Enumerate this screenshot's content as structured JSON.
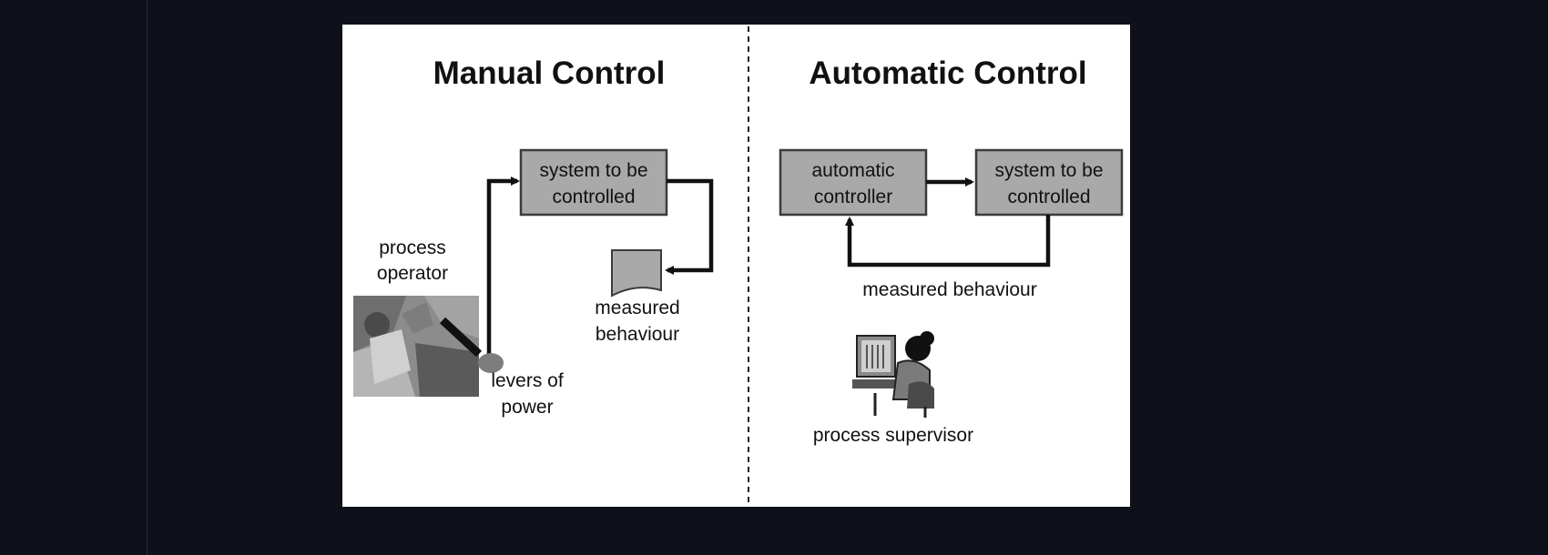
{
  "figure": {
    "manual": {
      "title": "Manual Control",
      "system_box_line1": "system to be",
      "system_box_line2": "controlled",
      "operator_line1": "process",
      "operator_line2": "operator",
      "levers_line1": "levers of",
      "levers_line2": "power",
      "measured_line1": "measured",
      "measured_line2": "behaviour"
    },
    "automatic": {
      "title": "Automatic Control",
      "controller_line1": "automatic",
      "controller_line2": "controller",
      "system_box_line1": "system to be",
      "system_box_line2": "controlled",
      "measured_label": "measured behaviour",
      "supervisor_label": "process supervisor"
    },
    "colors": {
      "page_background": "#0e111a",
      "figure_background": "#ffffff",
      "box_fill": "#a9a9a9",
      "ink": "#111111"
    },
    "icons": [
      "operator-clipart-icon",
      "supervisor-clipart-icon",
      "document-icon"
    ]
  }
}
